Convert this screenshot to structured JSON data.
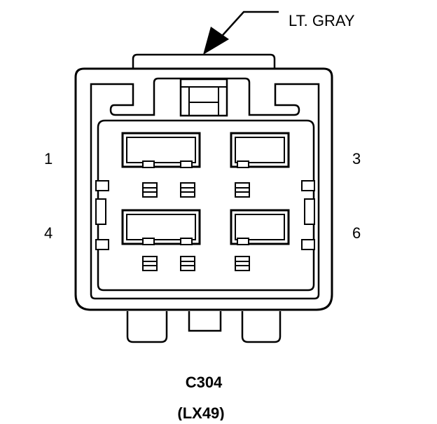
{
  "diagram": {
    "color_callout": "LT. GRAY",
    "pin_labels": {
      "top_left": "1",
      "top_right": "3",
      "bottom_left": "4",
      "bottom_right": "6"
    },
    "connector_id": "C304",
    "harness_code": "(LX49)"
  },
  "colors": {
    "ink": "#000000",
    "paper": "#ffffff"
  }
}
